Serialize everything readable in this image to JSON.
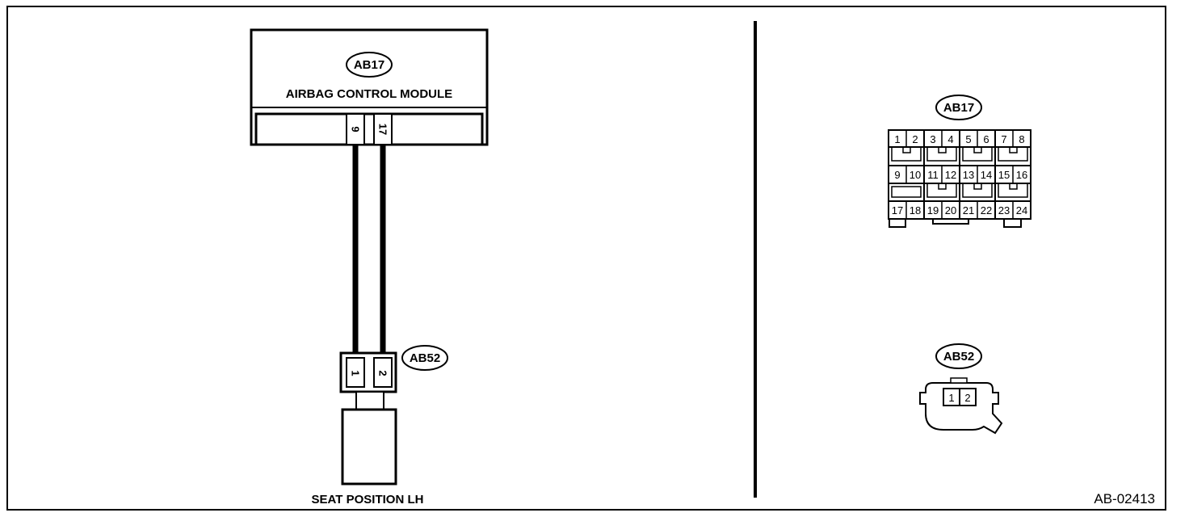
{
  "module": {
    "connector_id": "AB17",
    "label": "AIRBAG CONTROL MODULE",
    "terminals": [
      "9",
      "17"
    ]
  },
  "sensor": {
    "connector_id": "AB52",
    "label": "SEAT POSITION LH",
    "terminals": [
      "1",
      "2"
    ]
  },
  "connector_views": {
    "ab17": {
      "id": "AB17",
      "rows": [
        [
          "1",
          "2",
          "3",
          "4",
          "5",
          "6",
          "7",
          "8"
        ],
        [
          "9",
          "10",
          "11",
          "12",
          "13",
          "14",
          "15",
          "16"
        ],
        [
          "17",
          "18",
          "19",
          "20",
          "21",
          "22",
          "23",
          "24"
        ]
      ]
    },
    "ab52": {
      "id": "AB52",
      "pins": [
        "1",
        "2"
      ]
    }
  },
  "figure_id": "AB-02413",
  "colors": {
    "line": "#000000",
    "background": "#ffffff"
  }
}
